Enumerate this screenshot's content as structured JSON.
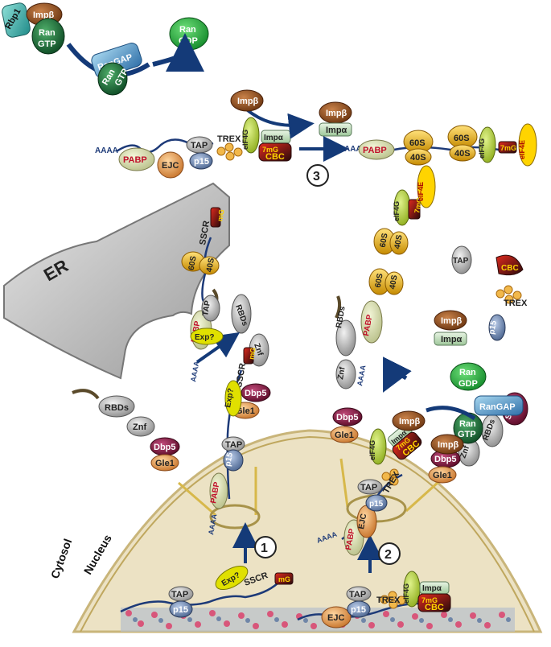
{
  "labels": {
    "er": "ER",
    "cytosol": "Cytosol",
    "nucleus": "Nucleus",
    "aaaa": "AAAA",
    "step1": "1",
    "step2": "2",
    "step3": "3"
  },
  "proteins": {
    "rbp1": "Rbp1",
    "imp_beta": "Impβ",
    "imp_alpha": "Impα",
    "imp_alpha_lc": "Impα",
    "ran": "Ran",
    "gtp": "GTP",
    "gdp": "GDP",
    "rangap": "RanGAP",
    "sumo": "SUMO",
    "pabp": "PABP",
    "ejc": "EJC",
    "tap": "TAP",
    "p15": "p15",
    "trex": "TREX",
    "cbc": "CBC",
    "m7g": "7mG",
    "mg": "mG",
    "eif4g": "eIF4G",
    "eif4e": "eIF4E",
    "s60": "60S",
    "s40": "40S",
    "sscr": "SSCR",
    "exp": "Exp?",
    "dbp5": "Dbp5",
    "gle1": "Gle1",
    "znf": "Znf",
    "rbds": "RBDs"
  },
  "colors": {
    "nucleus_fill": "#ece2c4",
    "pore_gold": "#e2c45a",
    "er_gray": "#c8c8c8",
    "arrow_navy": "#143a78",
    "imp_brown": "#8b4a1c",
    "ran_green": "#1e6b3a",
    "pabp_text": "#c0102a",
    "ribosome_gold": "#f2b400",
    "dbp5_maroon": "#7a1a3a"
  }
}
